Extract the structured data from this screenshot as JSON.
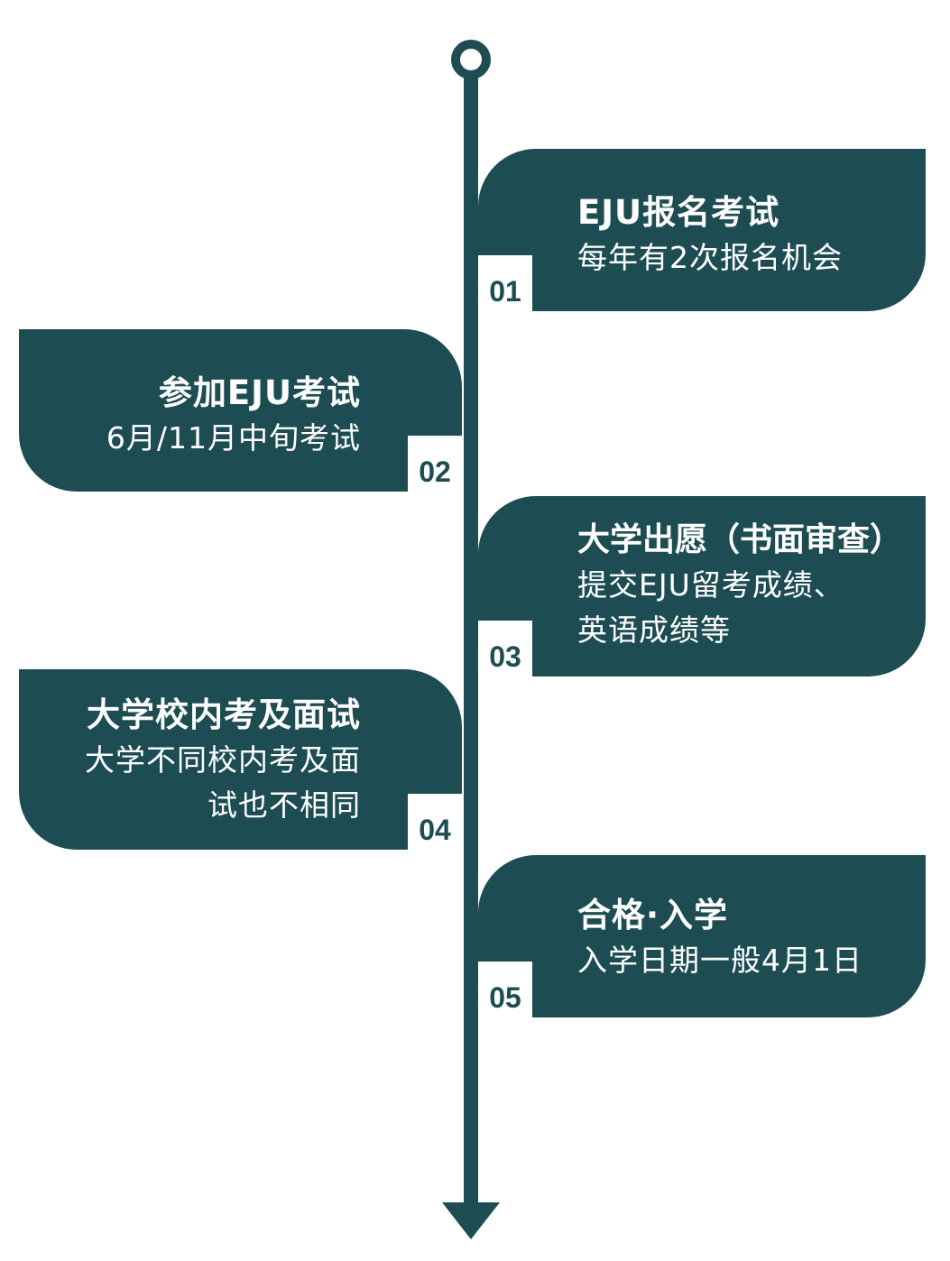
{
  "colors": {
    "primary": "#1d4d53",
    "background": "#ffffff",
    "text_on_primary": "#ffffff"
  },
  "steps": [
    {
      "number": "01",
      "title": "EJU报名考试",
      "desc_lines": [
        "每年有2次报名机会"
      ]
    },
    {
      "number": "02",
      "title": "参加EJU考试",
      "desc_lines": [
        "6月/11月中旬考试"
      ]
    },
    {
      "number": "03",
      "title": "大学出愿（书面审查）",
      "desc_lines": [
        "提交EJU留考成绩、",
        "英语成绩等"
      ]
    },
    {
      "number": "04",
      "title": "大学校内考及面试",
      "desc_lines": [
        "大学不同校内考及面",
        "试也不相同"
      ]
    },
    {
      "number": "05",
      "title": "合格·入学",
      "desc_lines": [
        "入学日期一般4月1日"
      ]
    }
  ]
}
